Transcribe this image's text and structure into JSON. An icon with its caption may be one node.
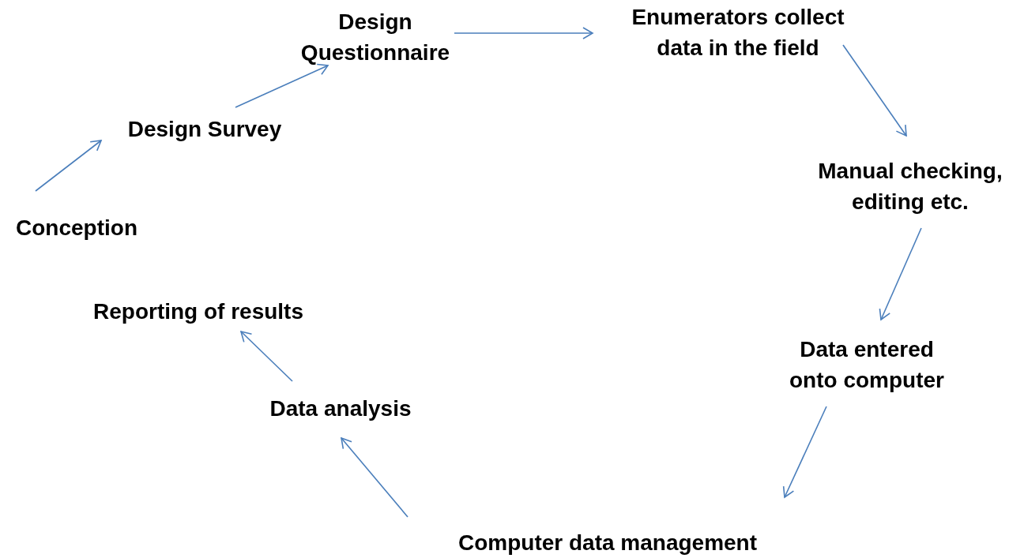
{
  "diagram": {
    "nodes": [
      {
        "text": [
          "Conception"
        ]
      },
      {
        "text": [
          "Design Survey"
        ]
      },
      {
        "text": [
          "Design Questionnaire"
        ]
      },
      {
        "text": [
          "Enumerators collect data in the field"
        ]
      },
      {
        "text": [
          "Manual checking, editing etc."
        ]
      },
      {
        "text": [
          "Data entered onto computer"
        ]
      },
      {
        "text": [
          "Computer data management"
        ]
      },
      {
        "text": [
          "Data analysis"
        ]
      },
      {
        "text": [
          "Reporting of results"
        ]
      }
    ],
    "edges": [
      {
        "from": 0,
        "to": 1,
        "arrow": "to"
      },
      {
        "from": 1,
        "to": 2,
        "arrow": "to"
      },
      {
        "from": 2,
        "to": 3,
        "arrow": "to"
      },
      {
        "from": 3,
        "to": 4,
        "arrow": "to"
      },
      {
        "from": 4,
        "to": 5,
        "arrow": "to"
      },
      {
        "from": 5,
        "to": 6,
        "arrow": "to"
      },
      {
        "from": 6,
        "to": 7,
        "arrow": "to"
      },
      {
        "from": 7,
        "to": 8,
        "arrow": "to"
      }
    ]
  }
}
